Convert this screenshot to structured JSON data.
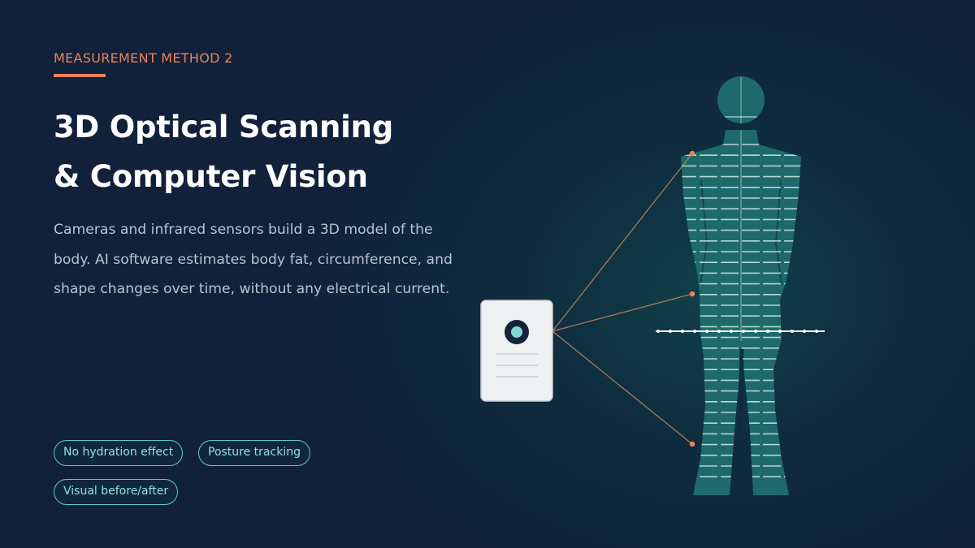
{
  "eyebrow": "MEASUREMENT METHOD 2",
  "title": {
    "line1": "3D Optical Scanning",
    "line2": "& Computer Vision"
  },
  "description": {
    "line1": "Cameras and infrared sensors build a 3D model of the",
    "line2": "body. AI software estimates body fat, circumference, and",
    "line3": "shape changes over time, without any electrical current."
  },
  "tags": [
    "No hydration effect",
    "Posture tracking",
    "Visual before/after"
  ],
  "colors": {
    "accent": "#e8835b",
    "body_fill": "#1e6a6b",
    "scan_line": "#cfe9e6",
    "chip_border": "#5fc9c9",
    "background": "#11213a"
  },
  "icons": {
    "scanner": "scanner-device-icon",
    "body": "human-silhouette-icon"
  }
}
